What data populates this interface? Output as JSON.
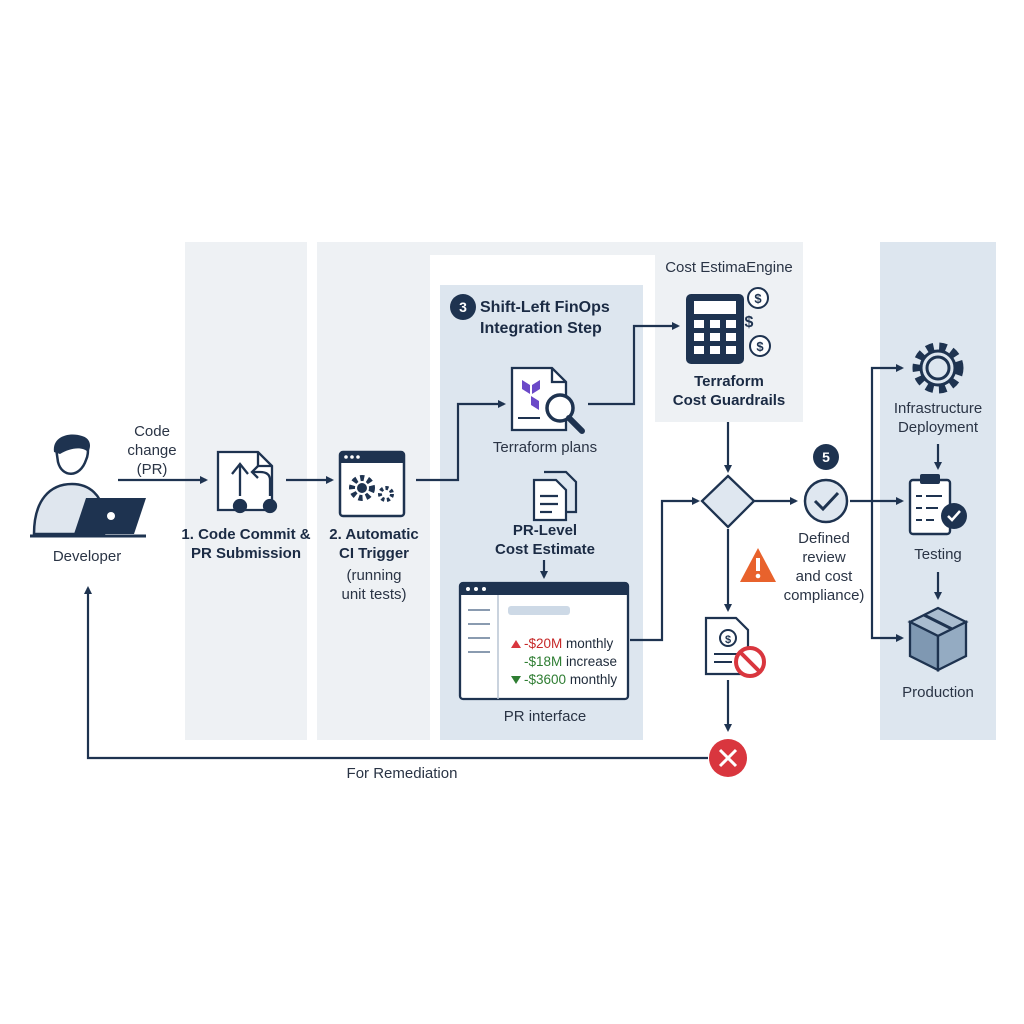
{
  "developer": {
    "label": "Developer"
  },
  "arrow_code_change": {
    "line1": "Code",
    "line2": "change",
    "line3": "(PR)"
  },
  "stage1": {
    "line1": "1. Code Commit &",
    "line2": "PR Submission"
  },
  "stage2": {
    "line1": "2. Automatic",
    "line2": "CI Trigger",
    "line3": "(running",
    "line4": "unit tests)"
  },
  "stage3": {
    "number": "3",
    "title_line1": "Shift-Left FinOps",
    "title_line2": "Integration Step",
    "plans_label": "Terraform plans",
    "estimate_line1": "PR-Level",
    "estimate_line2": "Cost Estimate",
    "pr_interface_label": "PR interface",
    "pr_rows": [
      {
        "text": "-$20M",
        "suffix": "monthly",
        "color": "#c62828"
      },
      {
        "text": "-$18M",
        "suffix": "increase",
        "color": "#2e7d32"
      },
      {
        "text": "-$3600",
        "suffix": "monthly",
        "color": "#2e7d32"
      }
    ]
  },
  "engine": {
    "title": "Cost EstimaEngine",
    "line1": "Terraform",
    "line2": "Cost Guardrails"
  },
  "review": {
    "number": "5",
    "line1": "Defined",
    "line2": "review",
    "line3": "and cost",
    "line4": "compliance)"
  },
  "deploy": {
    "infra_line1": "Infrastructure",
    "infra_line2": "Deployment",
    "testing": "Testing",
    "production": "Production"
  },
  "remediation": {
    "label": "For Remediation"
  },
  "colors": {
    "navy": "#1e3350",
    "panel": "#eef1f4",
    "blue_panel": "#dde6ef",
    "red": "#d9363e",
    "orange": "#e8622c",
    "purple": "#6b49c8"
  }
}
